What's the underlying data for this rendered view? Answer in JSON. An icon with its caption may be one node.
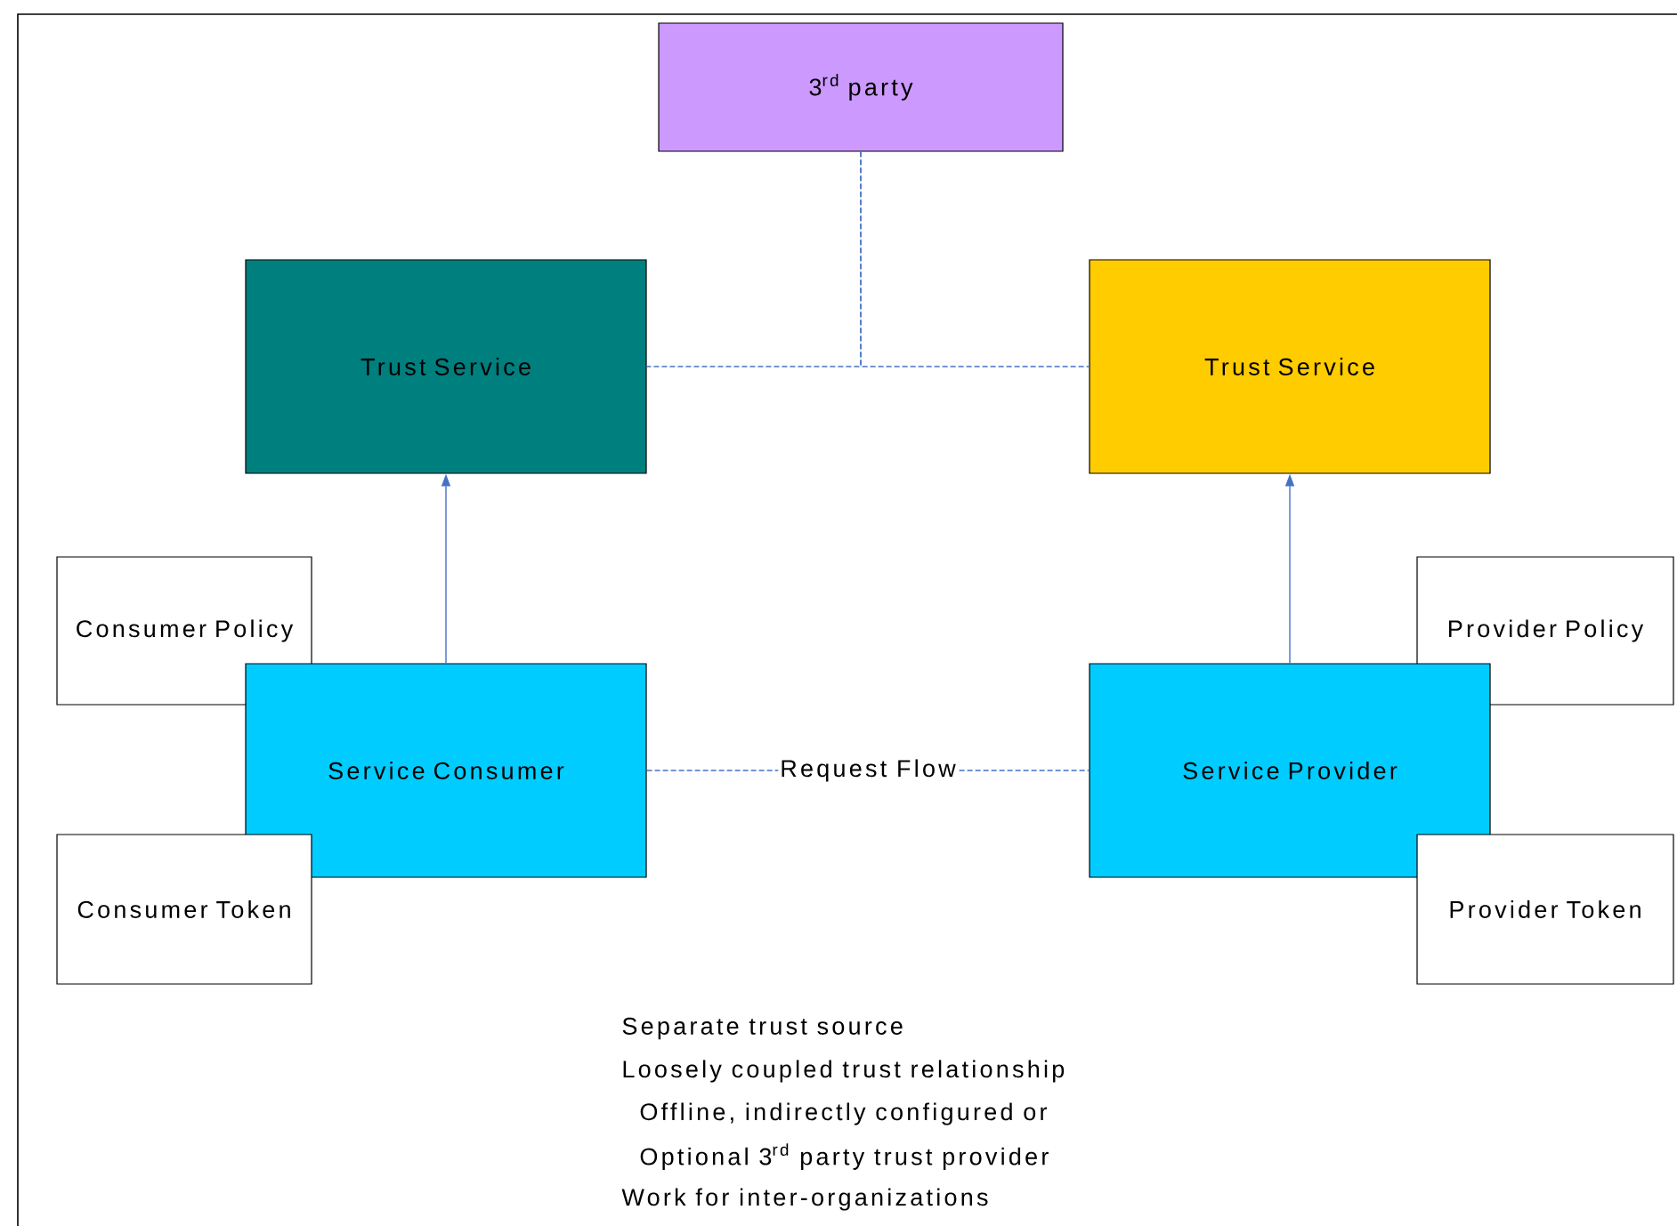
{
  "diagram": {
    "nodes": [
      {
        "text": [
          "3$^{rd}$ party"
        ]
      },
      {
        "text": [
          "Trust Service"
        ]
      },
      {
        "text": [
          "Trust Service"
        ]
      },
      {
        "text": [
          "Consumer Policy"
        ]
      },
      {
        "text": [
          "Service Consumer"
        ]
      },
      {
        "text": [
          "Consumer Token"
        ]
      },
      {
        "text": [
          "Provider Policy"
        ]
      },
      {
        "text": [
          "Service Provider"
        ]
      },
      {
        "text": [
          "Provider Token"
        ]
      }
    ],
    "edges": [
      {
        "from": 0,
        "to": 1,
        "arrow": "none",
        "style": "dashed"
      },
      {
        "from": 0,
        "to": 2,
        "arrow": "none",
        "style": "dashed"
      },
      {
        "from": 4,
        "to": 1,
        "arrow": "to"
      },
      {
        "from": 7,
        "to": 2,
        "arrow": "to"
      },
      {
        "from": 4,
        "to": 7,
        "arrow": "none",
        "style": "dashed",
        "label": "Request Flow"
      }
    ],
    "labels": [
      "Separate trust source",
      "Loosely coupled trust relationship",
      "Offline, indirectly configured or",
      "Optional 3$^{rd}$ party trust provider",
      "Work for inter-organizations"
    ]
  }
}
